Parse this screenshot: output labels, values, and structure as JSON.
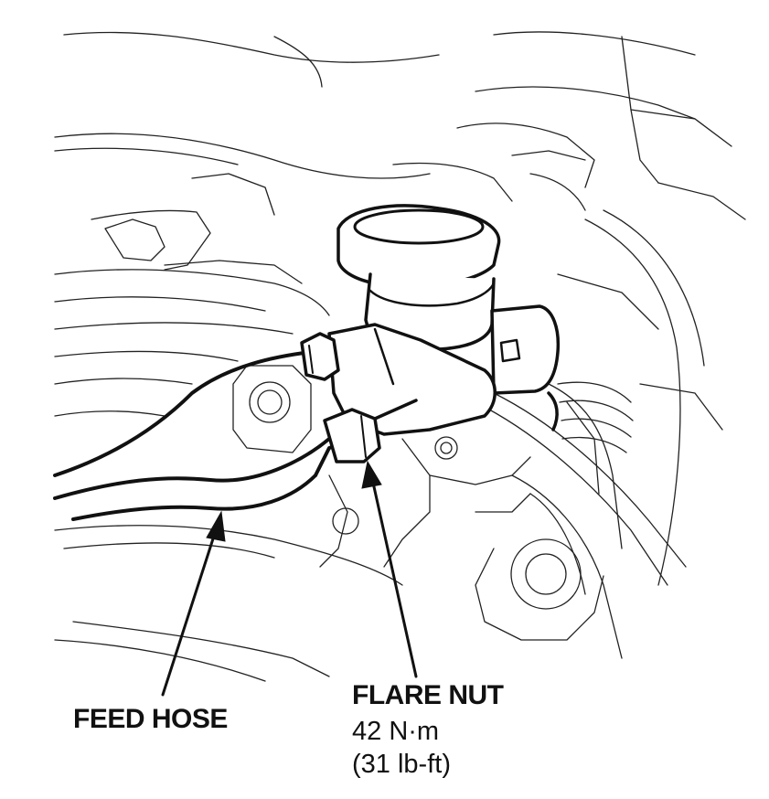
{
  "diagram": {
    "callouts": [
      {
        "id": "feed-hose",
        "label": "FEED HOSE"
      },
      {
        "id": "flare-nut",
        "label": "FLARE NUT",
        "torque_nm": "42 N·m",
        "torque_lbft": "(31 lb-ft)"
      }
    ],
    "colors": {
      "line": "#111111",
      "background": "#ffffff"
    }
  }
}
